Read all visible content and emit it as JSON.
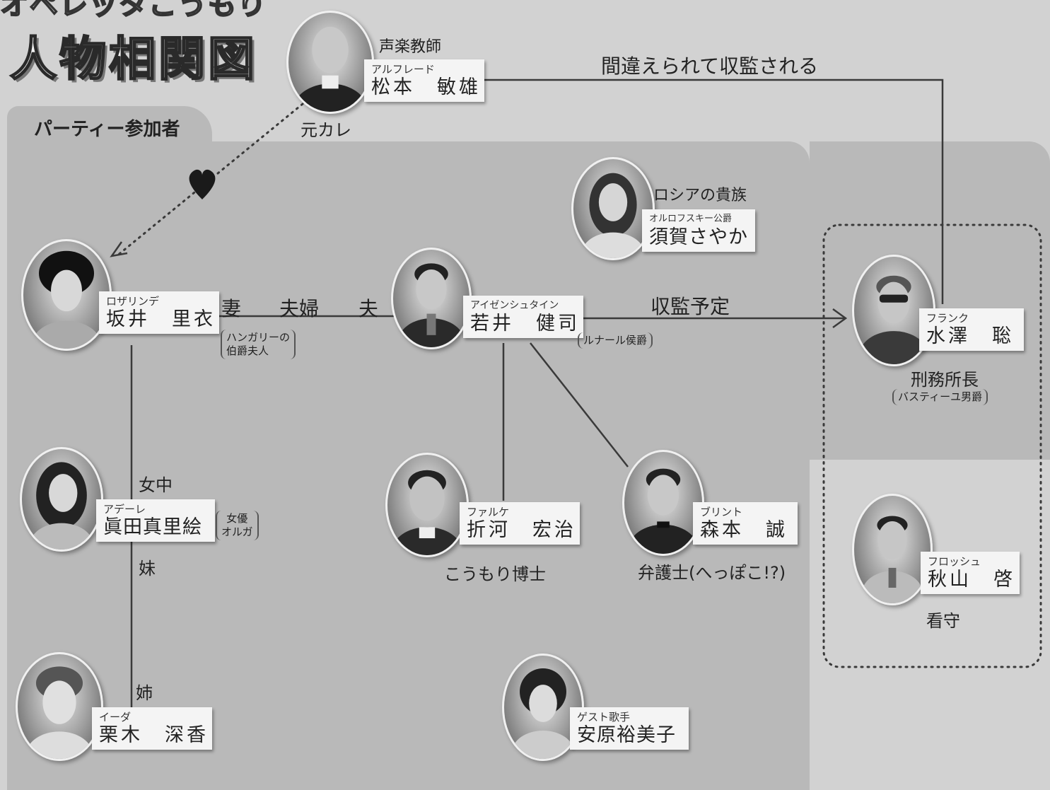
{
  "header": {
    "subtitle": "オペレッタこうもり",
    "title": "人物相関図"
  },
  "group_label": "パーティー参加者",
  "characters": {
    "alfred": {
      "title": "声楽教師",
      "role": "アルフレード",
      "name": "松本　敏雄"
    },
    "rosalinde": {
      "role": "ロザリンデ",
      "name": "坂井　里衣",
      "note": "ハンガリーの\n伯爵夫人"
    },
    "eisenstein": {
      "role": "アイゼンシュタイン",
      "name": "若井　健司",
      "note": "ルナール侯爵"
    },
    "orlofsky": {
      "title": "ロシアの貴族",
      "role": "オルロフスキー公爵",
      "name": "須賀さやか"
    },
    "frank": {
      "role": "フランク",
      "name": "水澤　聡",
      "title": "刑務所長",
      "note": "バスティーユ男爵"
    },
    "adele": {
      "role": "アデーレ",
      "name": "眞田真里絵",
      "note": "女優\nオルガ"
    },
    "falke": {
      "role": "ファルケ",
      "name": "折河　宏治",
      "title": "こうもり博士"
    },
    "blind": {
      "role": "ブリント",
      "name": "森本　誠",
      "title": "弁護士(へっぽこ!?)"
    },
    "frosch": {
      "role": "フロッシュ",
      "name": "秋山　啓",
      "title": "看守"
    },
    "ida": {
      "role": "イーダ",
      "name": "栗木　深香"
    },
    "guest": {
      "role": "ゲスト歌手",
      "name": "安原裕美子"
    }
  },
  "relations": {
    "ex": "元カレ",
    "mistaken_jail": "間違えられて収監される",
    "wife": "妻",
    "couple": "夫婦",
    "husband": "夫",
    "to_be_jailed": "収監予定",
    "maid": "女中",
    "younger_sister": "妹",
    "older_sister": "姉"
  },
  "colors": {
    "background": "#d2d2d2",
    "panel": "#b9b9b9",
    "line": "#3a3a3a",
    "namebox": "#f4f4f4"
  }
}
